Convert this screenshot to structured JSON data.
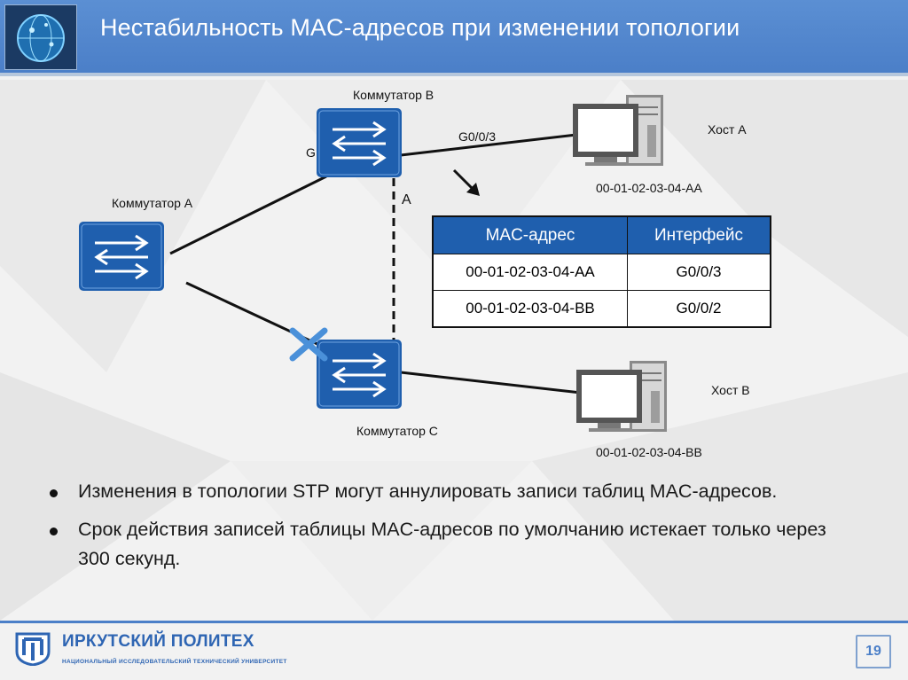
{
  "slide": {
    "title": "Нестабильность MAC-адресов при изменении топологии",
    "page_number": "19"
  },
  "diagram": {
    "switch_a": "Коммутатор A",
    "switch_b": "Коммутатор B",
    "switch_c": "Коммутатор C",
    "host_a": "Хост A",
    "host_b": "Хост B",
    "host_a_mac": "00-01-02-03-04-AA",
    "host_b_mac": "00-01-02-03-04-BB",
    "port_b_to_host": "G0/0/3",
    "port_b_partial": "G",
    "link_label": "A"
  },
  "mac_table": {
    "headers": [
      "MAC-адрес",
      "Интерфейс"
    ],
    "rows": [
      [
        "00-01-02-03-04-AA",
        "G0/0/3"
      ],
      [
        "00-01-02-03-04-BB",
        "G0/0/2"
      ]
    ]
  },
  "bullets": [
    "Изменения в топологии STP могут аннулировать записи таблиц MAC-адресов.",
    "Срок действия записей таблицы MAC-адресов по умолчанию истекает только через 300 секунд."
  ],
  "footer": {
    "university_name": "ИРКУТСКИЙ ПОЛИТЕХ",
    "university_subtitle": "НАЦИОНАЛЬНЫЙ ИССЛЕДОВАТЕЛЬСКИЙ ТЕХНИЧЕСКИЙ УНИВЕРСИТЕТ"
  },
  "colors": {
    "header_blue": "#4b7fc8",
    "switch_blue": "#1f5fae",
    "table_header": "#1f5fae",
    "blocked_port": "#4a90d9"
  }
}
